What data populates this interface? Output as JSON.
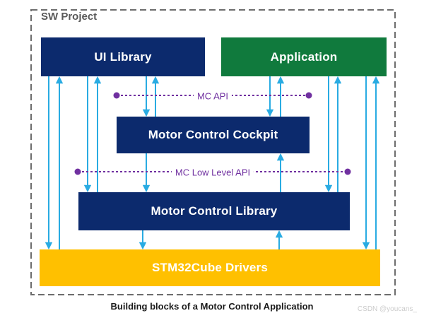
{
  "frame": {
    "title": "SW Project"
  },
  "boxes": {
    "ui_library": {
      "label": "UI Library",
      "color": "#0c2a6d"
    },
    "application": {
      "label": "Application",
      "color": "#107a3d"
    },
    "cockpit": {
      "label": "Motor Control Cockpit",
      "color": "#0c2a6d"
    },
    "library": {
      "label": "Motor Control Library",
      "color": "#0c2a6d"
    },
    "drivers": {
      "label": "STM32Cube Drivers",
      "color": "#ffc000"
    }
  },
  "api_lines": {
    "mc_api": {
      "label": "MC API",
      "color": "#7030a0"
    },
    "mc_low_level_api": {
      "label": "MC Low Level API",
      "color": "#7030a0"
    }
  },
  "caption": "Building blocks of a Motor Control Application",
  "watermark": "CSDN @youcans_",
  "colors": {
    "arrow": "#29abe2",
    "api_purple": "#7030a0",
    "frame_border": "#6d6d6d",
    "frame_title": "#595959",
    "navy_box": "#0c2a6d",
    "green_box": "#107a3d",
    "yellow_box": "#ffc000",
    "background": "#ffffff"
  }
}
